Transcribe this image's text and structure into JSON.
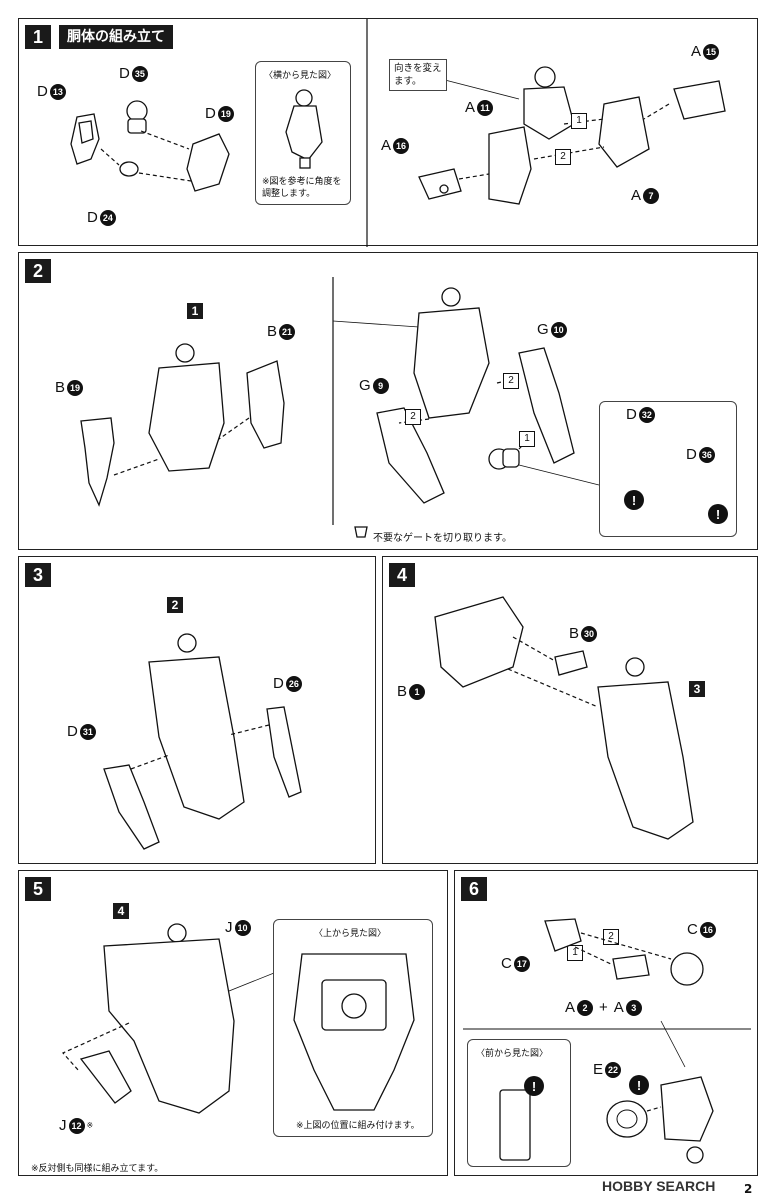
{
  "step1": {
    "num": "1",
    "title": "胴体の組み立て",
    "side_view_title": "〈横から見た図〉",
    "side_view_note": "※図を参考に角度を調整します。",
    "direction_note": "向きを変えます。",
    "labels": [
      {
        "letter": "D",
        "num": "13"
      },
      {
        "letter": "D",
        "num": "35"
      },
      {
        "letter": "D",
        "num": "19"
      },
      {
        "letter": "D",
        "num": "24"
      },
      {
        "letter": "A",
        "num": "11"
      },
      {
        "letter": "A",
        "num": "16"
      },
      {
        "letter": "A",
        "num": "15"
      },
      {
        "letter": "A",
        "num": "7"
      }
    ],
    "order": [
      "1",
      "2"
    ]
  },
  "step2": {
    "num": "2",
    "ref": "1",
    "labels": [
      {
        "letter": "B",
        "num": "21"
      },
      {
        "letter": "B",
        "num": "19"
      },
      {
        "letter": "G",
        "num": "10"
      },
      {
        "letter": "G",
        "num": "9"
      },
      {
        "letter": "D",
        "num": "32"
      },
      {
        "letter": "D",
        "num": "36"
      }
    ],
    "gate_note": "不要なゲートを切り取ります。",
    "order": [
      "2",
      "2",
      "1"
    ]
  },
  "step3": {
    "num": "3",
    "ref": "2",
    "labels": [
      {
        "letter": "D",
        "num": "26"
      },
      {
        "letter": "D",
        "num": "31"
      }
    ]
  },
  "step4": {
    "num": "4",
    "ref": "3",
    "labels": [
      {
        "letter": "B",
        "num": "30"
      },
      {
        "letter": "B",
        "num": "1"
      }
    ]
  },
  "step5": {
    "num": "5",
    "ref": "4",
    "labels": [
      {
        "letter": "J",
        "num": "10"
      },
      {
        "letter": "J",
        "num": "12"
      }
    ],
    "top_view_title": "〈上から見た図〉",
    "top_view_note": "※上図の位置に組み付けます。",
    "mirror_note": "※反対側も同様に組み立てます。",
    "asterisk": "※"
  },
  "step6": {
    "num": "6",
    "labels": [
      {
        "letter": "C",
        "num": "17"
      },
      {
        "letter": "C",
        "num": "16"
      },
      {
        "letter": "E",
        "num": "22"
      }
    ],
    "combo": {
      "a": "A",
      "an": "2",
      "plus": "+",
      "b": "A",
      "bn": "3"
    },
    "front_view_title": "〈前から見た図〉",
    "order": [
      "2",
      "1"
    ]
  },
  "caution": "!",
  "watermark": "HOBBY SEARCH",
  "page_number": "2"
}
